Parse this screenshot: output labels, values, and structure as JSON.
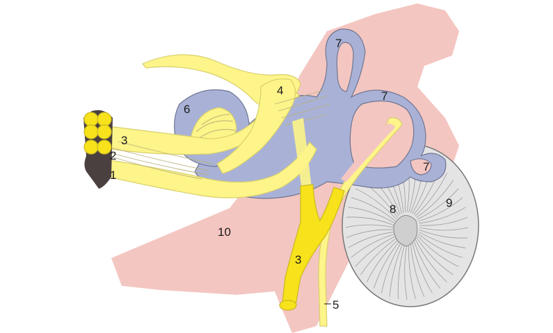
{
  "labels": {
    "l1": "1",
    "l2": "2",
    "l3a": "3",
    "l3b": "3",
    "l4": "4",
    "l5": "5",
    "l6": "6",
    "l7a": "7",
    "l7b": "7",
    "l7c": "7",
    "l8": "8",
    "l9": "9",
    "l10": "10"
  },
  "colors": {
    "bone": "#f4c6c1",
    "labyrinth": "#a9b2d6",
    "nerve_light": "#fdf48a",
    "nerve_dark": "#f7e21b",
    "disc": "#e4e4e4"
  }
}
